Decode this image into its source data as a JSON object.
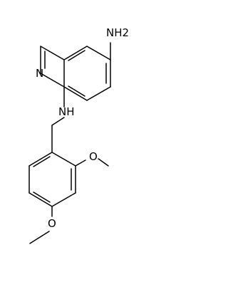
{
  "atoms": {
    "amine_nh2": "NH2",
    "ring_nitrogen": "N",
    "linker_nh": "NH",
    "methoxy_top": "O",
    "methoxy_bottom": "O"
  },
  "colors": {
    "bond": "#000000",
    "text": "#000000",
    "background": "#ffffff"
  }
}
